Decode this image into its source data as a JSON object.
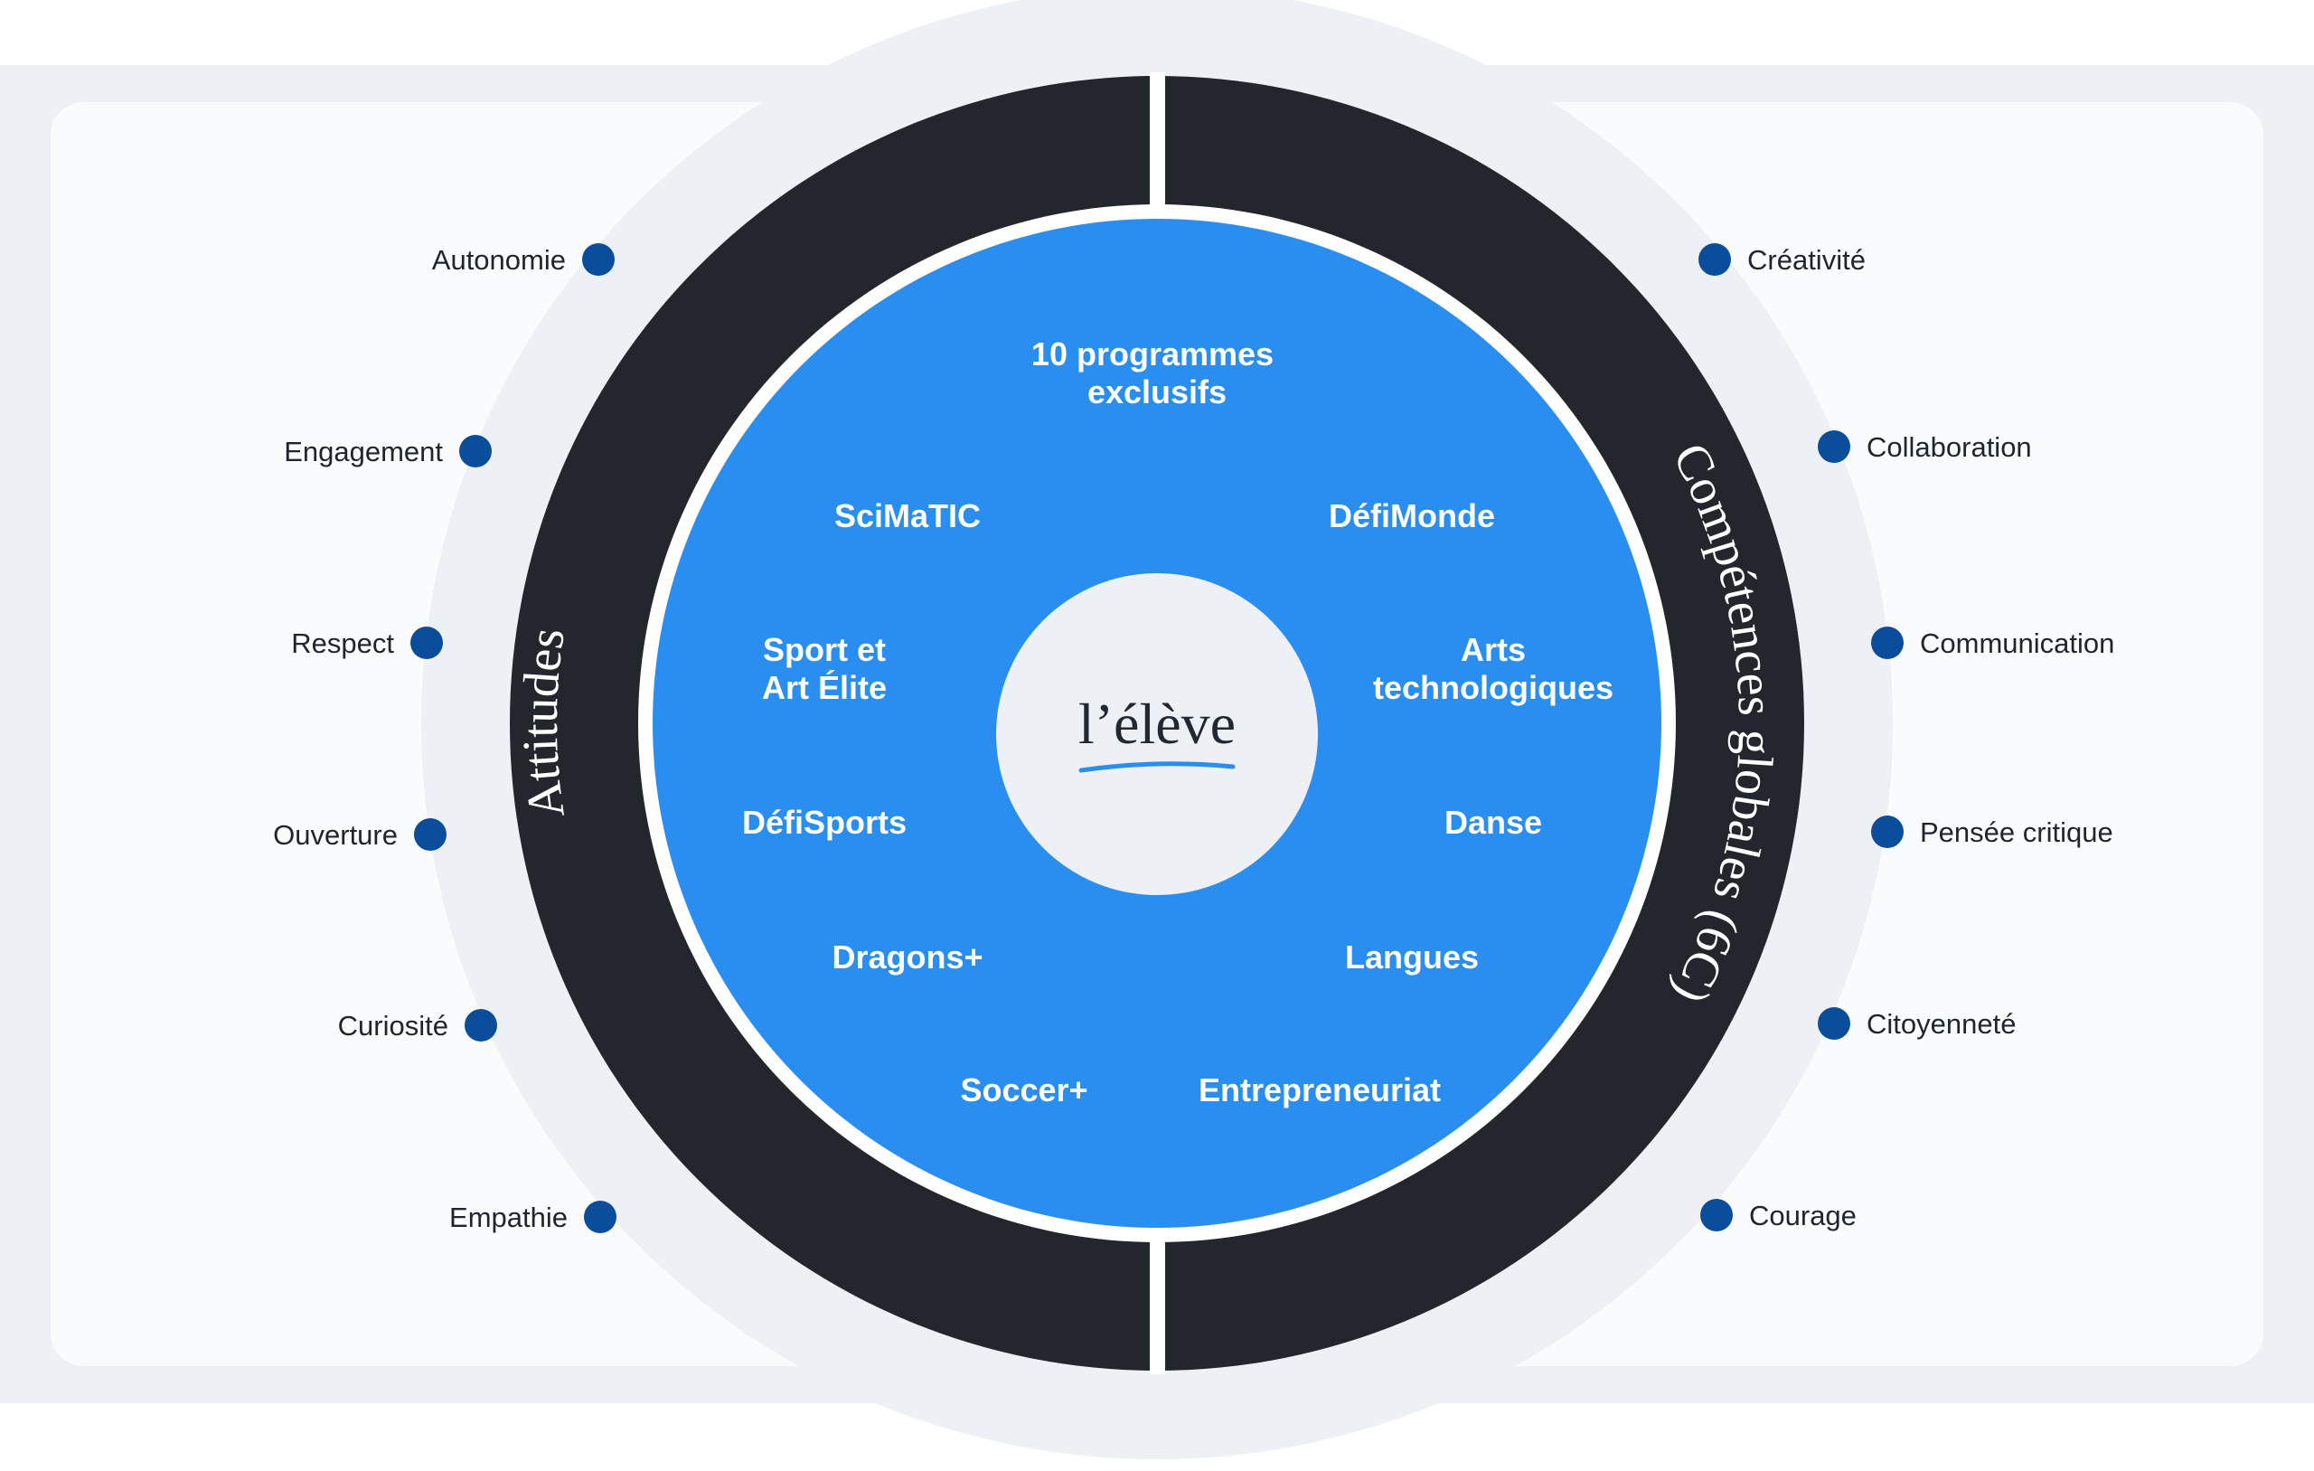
{
  "colors": {
    "band": "#edf0f5",
    "panel": "#fafbfc",
    "ring": "#23262d",
    "inner": "#2a8ef1",
    "center": "#edf0f5",
    "dot": "#0a4d9a",
    "center_underline": "#2a8ef1"
  },
  "ring": {
    "left_label": "Attitudes",
    "right_label": "Compétences globales (6C)"
  },
  "center": {
    "label": "l’élève"
  },
  "programs": {
    "title_line1": "10 programmes",
    "title_line2": "exclusifs",
    "items": [
      {
        "line1": "SciMaTIC",
        "line2": ""
      },
      {
        "line1": "DéfiMonde",
        "line2": ""
      },
      {
        "line1": "Sport et",
        "line2": "Art Élite"
      },
      {
        "line1": "Arts",
        "line2": "technologiques"
      },
      {
        "line1": "DéfiSports",
        "line2": ""
      },
      {
        "line1": "Danse",
        "line2": ""
      },
      {
        "line1": "Dragons+",
        "line2": ""
      },
      {
        "line1": "Langues",
        "line2": ""
      },
      {
        "line1": "Soccer+",
        "line2": ""
      },
      {
        "line1": "Entrepreneuriat",
        "line2": ""
      }
    ]
  },
  "attitudes": [
    "Autonomie",
    "Engagement",
    "Respect",
    "Ouverture",
    "Curiosité",
    "Empathie"
  ],
  "competences": [
    "Créativité",
    "Collaboration",
    "Communication",
    "Pensée critique",
    "Citoyenneté",
    "Courage"
  ]
}
